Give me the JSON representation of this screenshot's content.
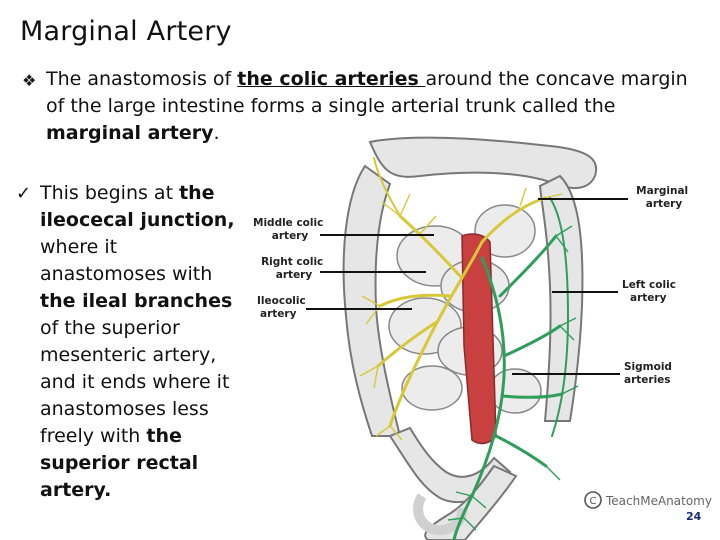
{
  "slide": {
    "title": "Marginal Artery",
    "bullet1": {
      "marker": "❖",
      "pre": "The anastomosis of ",
      "emph": "the colic arteries ",
      "mid": "around the concave margin of the large intestine forms a single arterial trunk called the ",
      "bold": "marginal artery",
      "post": "."
    },
    "bullet2": {
      "marker": "✓",
      "t1": "This begins at ",
      "b1": "the ileocecal junction,",
      "t2": " where it anastomoses with ",
      "b2": "the ileal branches",
      "t3": " of the superior mesenteric artery, and it ends where it anastomoses less freely with ",
      "b3": "the superior rectal artery.",
      "t4": ""
    },
    "page_number": "24"
  },
  "figure": {
    "labels": {
      "marginal": [
        "Marginal",
        "artery"
      ],
      "middle_colic": [
        "Middle colic",
        "artery"
      ],
      "right_colic": [
        "Right colic",
        "artery"
      ],
      "ileocolic": [
        "Ileocolic",
        "artery"
      ],
      "left_colic": [
        "Left colic",
        "artery"
      ],
      "sigmoid": [
        "Sigmoid",
        "arteries"
      ]
    },
    "credit": "TeachMeAnatomy",
    "colors": {
      "intestine": "#e6e6e6",
      "intestine_stroke": "#777777",
      "aorta": "#c84040",
      "sma_branches": "#d8c838",
      "ima_branches": "#2e9e5a",
      "leader_lines": "#111111"
    }
  }
}
